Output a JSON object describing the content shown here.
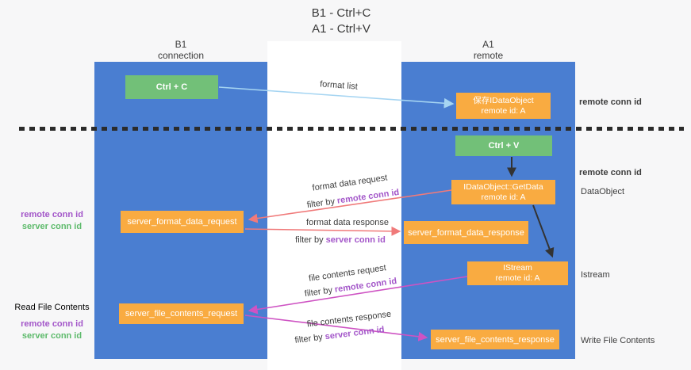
{
  "title": {
    "line1": "B1 - Ctrl+C",
    "line2": "A1 - Ctrl+V"
  },
  "columns": {
    "left": {
      "name": "B1",
      "subtitle": "connection"
    },
    "right": {
      "name": "A1",
      "subtitle": "remote"
    }
  },
  "nodes": {
    "ctrl_c": {
      "label": "Ctrl + C"
    },
    "ctrl_v": {
      "label": "Ctrl + V"
    },
    "format_store": {
      "line1": "保存IDataObject",
      "line2": "remote id: A"
    },
    "getdata": {
      "line1": "IDataObject::GetData",
      "line2": "remote id: A"
    },
    "istream": {
      "line1": "IStream",
      "line2": "remote id: A"
    },
    "format_request": {
      "label": "server_format_data_request"
    },
    "format_response": {
      "label": "server_format_data_response"
    },
    "file_request": {
      "label": "server_file_contents_request"
    },
    "file_response": {
      "label": "server_file_contents_response"
    }
  },
  "edges": {
    "format_list": {
      "label": "format list"
    },
    "format_data_request": {
      "label": "format data request",
      "filter_prefix": "filter by",
      "filter_value": "remote conn id"
    },
    "format_data_response": {
      "label": "format data response",
      "filter_prefix": "filter by",
      "filter_value": "server conn id"
    },
    "file_contents_request": {
      "label": "file contents request",
      "filter_prefix": "filter by",
      "filter_value": "remote conn id"
    },
    "file_contents_response": {
      "label": "file contents response",
      "filter_prefix": "filter by",
      "filter_value": "server conn id"
    }
  },
  "side_labels": {
    "right_remote_conn_top": "remote conn id",
    "right_remote_conn_mid": "remote conn id",
    "right_dataobject": "DataObject",
    "right_istream": "Istream",
    "right_write_file": "Write File Contents",
    "left_remote_conn_format": "remote conn id",
    "left_server_conn_format": "server conn id",
    "left_read_file": "Read File Contents",
    "left_remote_conn_file": "remote conn id",
    "left_server_conn_file": "server conn id"
  },
  "colors": {
    "column_blue": "#4a7ed1",
    "node_orange": "#f9ab41",
    "node_green": "#72c078",
    "arrow_lightblue": "#a6d5f2",
    "arrow_salmon": "#f07a7a",
    "arrow_magenta": "#ce53c3",
    "arrow_black": "#333333",
    "text_purple": "#a356c9",
    "text_green": "#5dba6b"
  }
}
